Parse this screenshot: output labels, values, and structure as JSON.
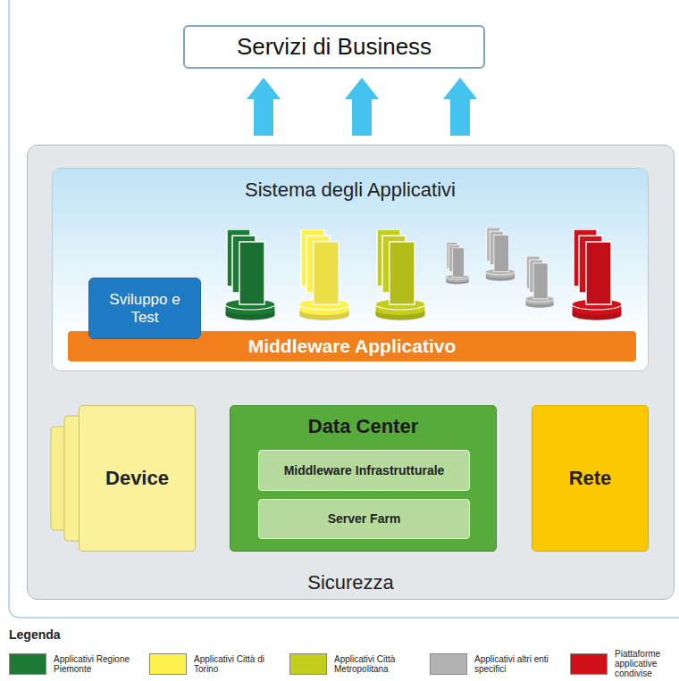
{
  "diagram": {
    "nodes": [
      {
        "text": [
          "Servizi di Business"
        ]
      },
      {
        "text": [
          "Sicurezza"
        ]
      },
      {
        "text": [
          "Sistema degli Applicativi"
        ],
        "in": 1
      },
      {
        "text": [
          "Sviluppo e Test"
        ],
        "in": 2
      },
      {
        "text": [
          "Middleware Applicativo"
        ],
        "in": 2
      },
      {
        "text": [
          "Device"
        ],
        "in": 1
      },
      {
        "text": [
          "Data Center"
        ],
        "in": 1
      },
      {
        "text": [
          "Middleware Infrastrutturale"
        ],
        "in": 6
      },
      {
        "text": [
          "Server Farm"
        ],
        "in": 6
      },
      {
        "text": [
          "Rete"
        ],
        "in": 1
      }
    ],
    "edges": [
      {
        "from": 1,
        "to": 0,
        "arrow": "to"
      },
      {
        "from": 1,
        "to": 0,
        "arrow": "to"
      },
      {
        "from": 1,
        "to": 0,
        "arrow": "to"
      }
    ],
    "labels": [
      "Legenda"
    ],
    "legend": [
      {
        "text": "Applicativi Regione Piemonte",
        "color": "#1d7a35"
      },
      {
        "text": "Applicativi Città di Torino",
        "color": "#fff14d"
      },
      {
        "text": "Applicativi Città Metropolitana",
        "color": "#c3cd1c"
      },
      {
        "text": "Applicativi altri enti specifici",
        "color": "#b3b3b3"
      },
      {
        "text": "Piattaforme applicative condivise",
        "color": "#d1111a"
      }
    ]
  }
}
